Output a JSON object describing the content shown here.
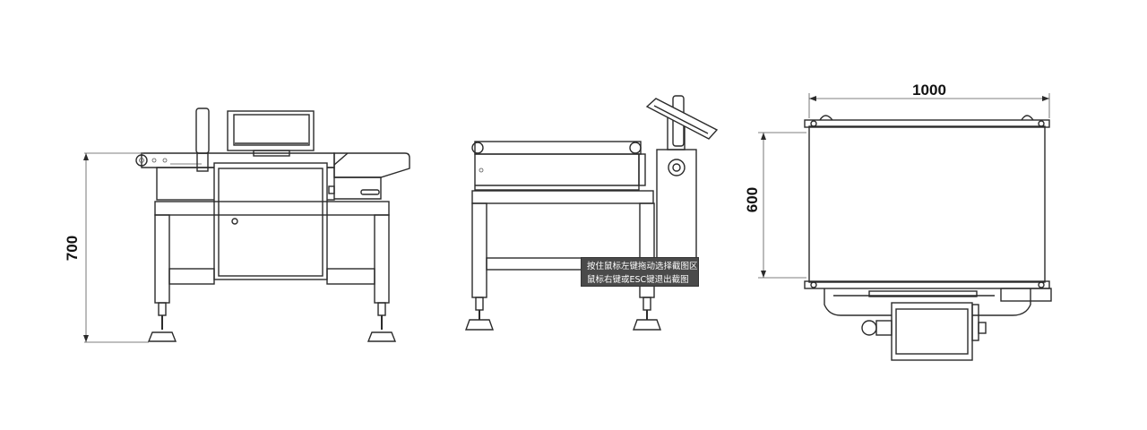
{
  "dimensions": {
    "front_height": "700",
    "top_width": "1000",
    "top_depth": "600"
  },
  "tooltip": {
    "line1": "按住鼠标左键拖动选择截图区域",
    "line2": "鼠标右键或ESC键退出截图"
  },
  "colors": {
    "line": "#2b2b2b",
    "tooltip_bg": "#4a4a4a",
    "tooltip_text": "#ffffff"
  }
}
